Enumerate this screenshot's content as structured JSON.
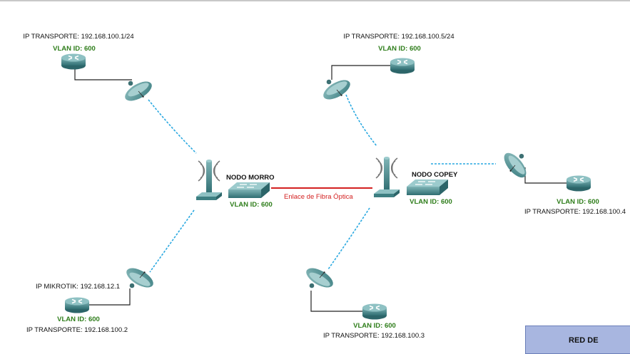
{
  "diagram": {
    "nodes": {
      "morro": {
        "name": "NODO MORRO",
        "vlan": "VLAN ID: 600"
      },
      "copey": {
        "name": "NODO COPEY",
        "vlan": "VLAN ID: 600"
      }
    },
    "link": {
      "label": "Enlace de Fibra Óptica",
      "color": "#d32020"
    },
    "routers": [
      {
        "id": "r1",
        "ip_transporte": "IP TRANSPORTE: 192.168.100.1/24",
        "vlan": "VLAN ID: 600"
      },
      {
        "id": "r5",
        "ip_transporte": "IP TRANSPORTE: 192.168.100.5/24",
        "vlan": "VLAN ID: 600"
      },
      {
        "id": "r4",
        "ip_transporte": "IP TRANSPORTE: 192.168.100.4",
        "vlan": "VLAN ID: 600"
      },
      {
        "id": "r2",
        "ip_mikrotik": "IP MIKROTIK: 192.168.12.1",
        "ip_transporte": "IP TRANSPORTE: 192.168.100.2",
        "vlan": "VLAN ID: 600"
      },
      {
        "id": "r3",
        "ip_transporte": "IP TRANSPORTE: 192.168.100.3",
        "vlan": "VLAN ID: 600"
      }
    ],
    "box": {
      "label": "RED DE"
    },
    "colors": {
      "vlan": "#2e7d1a",
      "device": "#4a8c8f",
      "wireless": "#29a8e0"
    }
  }
}
